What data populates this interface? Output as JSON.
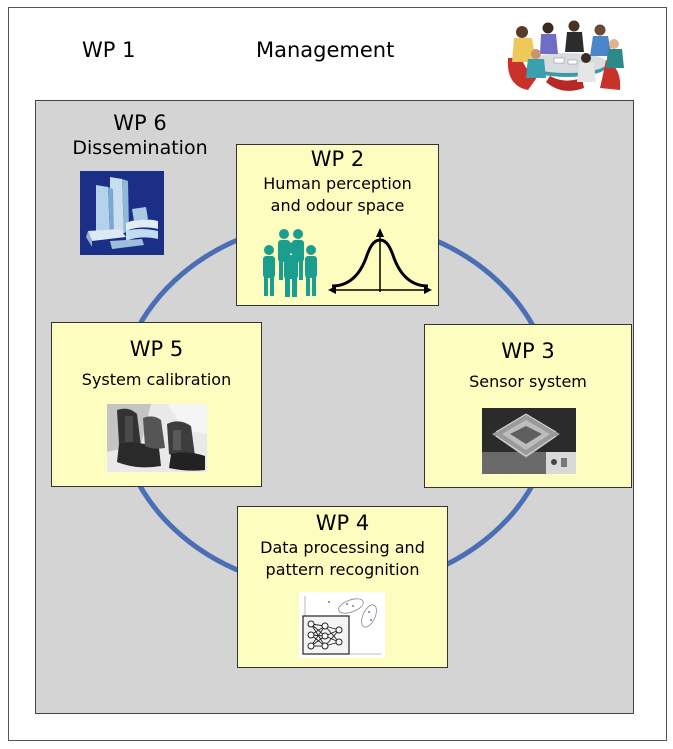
{
  "wp1": {
    "number": "WP 1",
    "name": "Management",
    "image_icon": "meeting-icon"
  },
  "wp6": {
    "number": "WP 6",
    "name": "Dissemination",
    "image_icon": "books-icon"
  },
  "wp2": {
    "number": "WP 2",
    "name_line1": "Human perception",
    "name_line2": "and odour space",
    "image_icons": [
      "people-icon",
      "bell-curve-icon"
    ]
  },
  "wp3": {
    "number": "WP 3",
    "name": "Sensor system",
    "image_icon": "sensor-chip-icon"
  },
  "wp4": {
    "number": "WP 4",
    "name_line1": "Data processing and",
    "name_line2": "pattern recognition",
    "image_icon": "neural-network-icon"
  },
  "wp5": {
    "number": "WP 5",
    "name": "System calibration",
    "image_icon": "car-seat-icon"
  },
  "colors": {
    "box_fill": "#fdfdc0",
    "inner_fill": "#d4d4d4",
    "cycle_ring": "#4a6fb5",
    "people": "#1b9e8f"
  }
}
